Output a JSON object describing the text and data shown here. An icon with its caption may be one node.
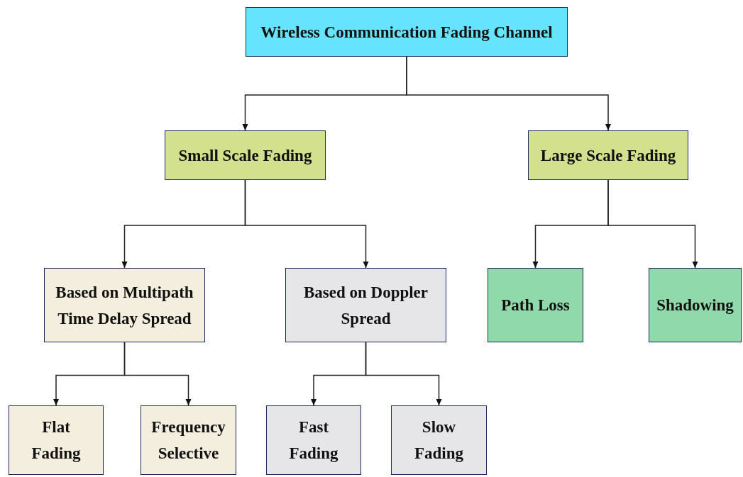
{
  "diagram": {
    "nodes": [
      {
        "text": [
          "Wireless Communication Fading Channel"
        ]
      },
      {
        "text": [
          "Small Scale Fading"
        ]
      },
      {
        "text": [
          "Large Scale Fading"
        ]
      },
      {
        "text": [
          "Based on Multipath Time Delay Spread"
        ]
      },
      {
        "text": [
          "Based on Doppler Spread"
        ]
      },
      {
        "text": [
          "Path Loss"
        ]
      },
      {
        "text": [
          "Shadowing"
        ]
      },
      {
        "text": [
          "Flat Fading"
        ]
      },
      {
        "text": [
          "Frequency Selective"
        ]
      },
      {
        "text": [
          "Fast Fading"
        ]
      },
      {
        "text": [
          "Slow Fading"
        ]
      }
    ],
    "edges": [
      {
        "from": 0,
        "to": 1,
        "arrow": "to"
      },
      {
        "from": 0,
        "to": 2,
        "arrow": "to"
      },
      {
        "from": 1,
        "to": 3,
        "arrow": "to"
      },
      {
        "from": 1,
        "to": 4,
        "arrow": "to"
      },
      {
        "from": 2,
        "to": 5,
        "arrow": "to"
      },
      {
        "from": 2,
        "to": 6,
        "arrow": "to"
      },
      {
        "from": 3,
        "to": 7,
        "arrow": "to"
      },
      {
        "from": 3,
        "to": 8,
        "arrow": "to"
      },
      {
        "from": 4,
        "to": 9,
        "arrow": "to"
      },
      {
        "from": 4,
        "to": 10,
        "arrow": "to"
      }
    ]
  }
}
